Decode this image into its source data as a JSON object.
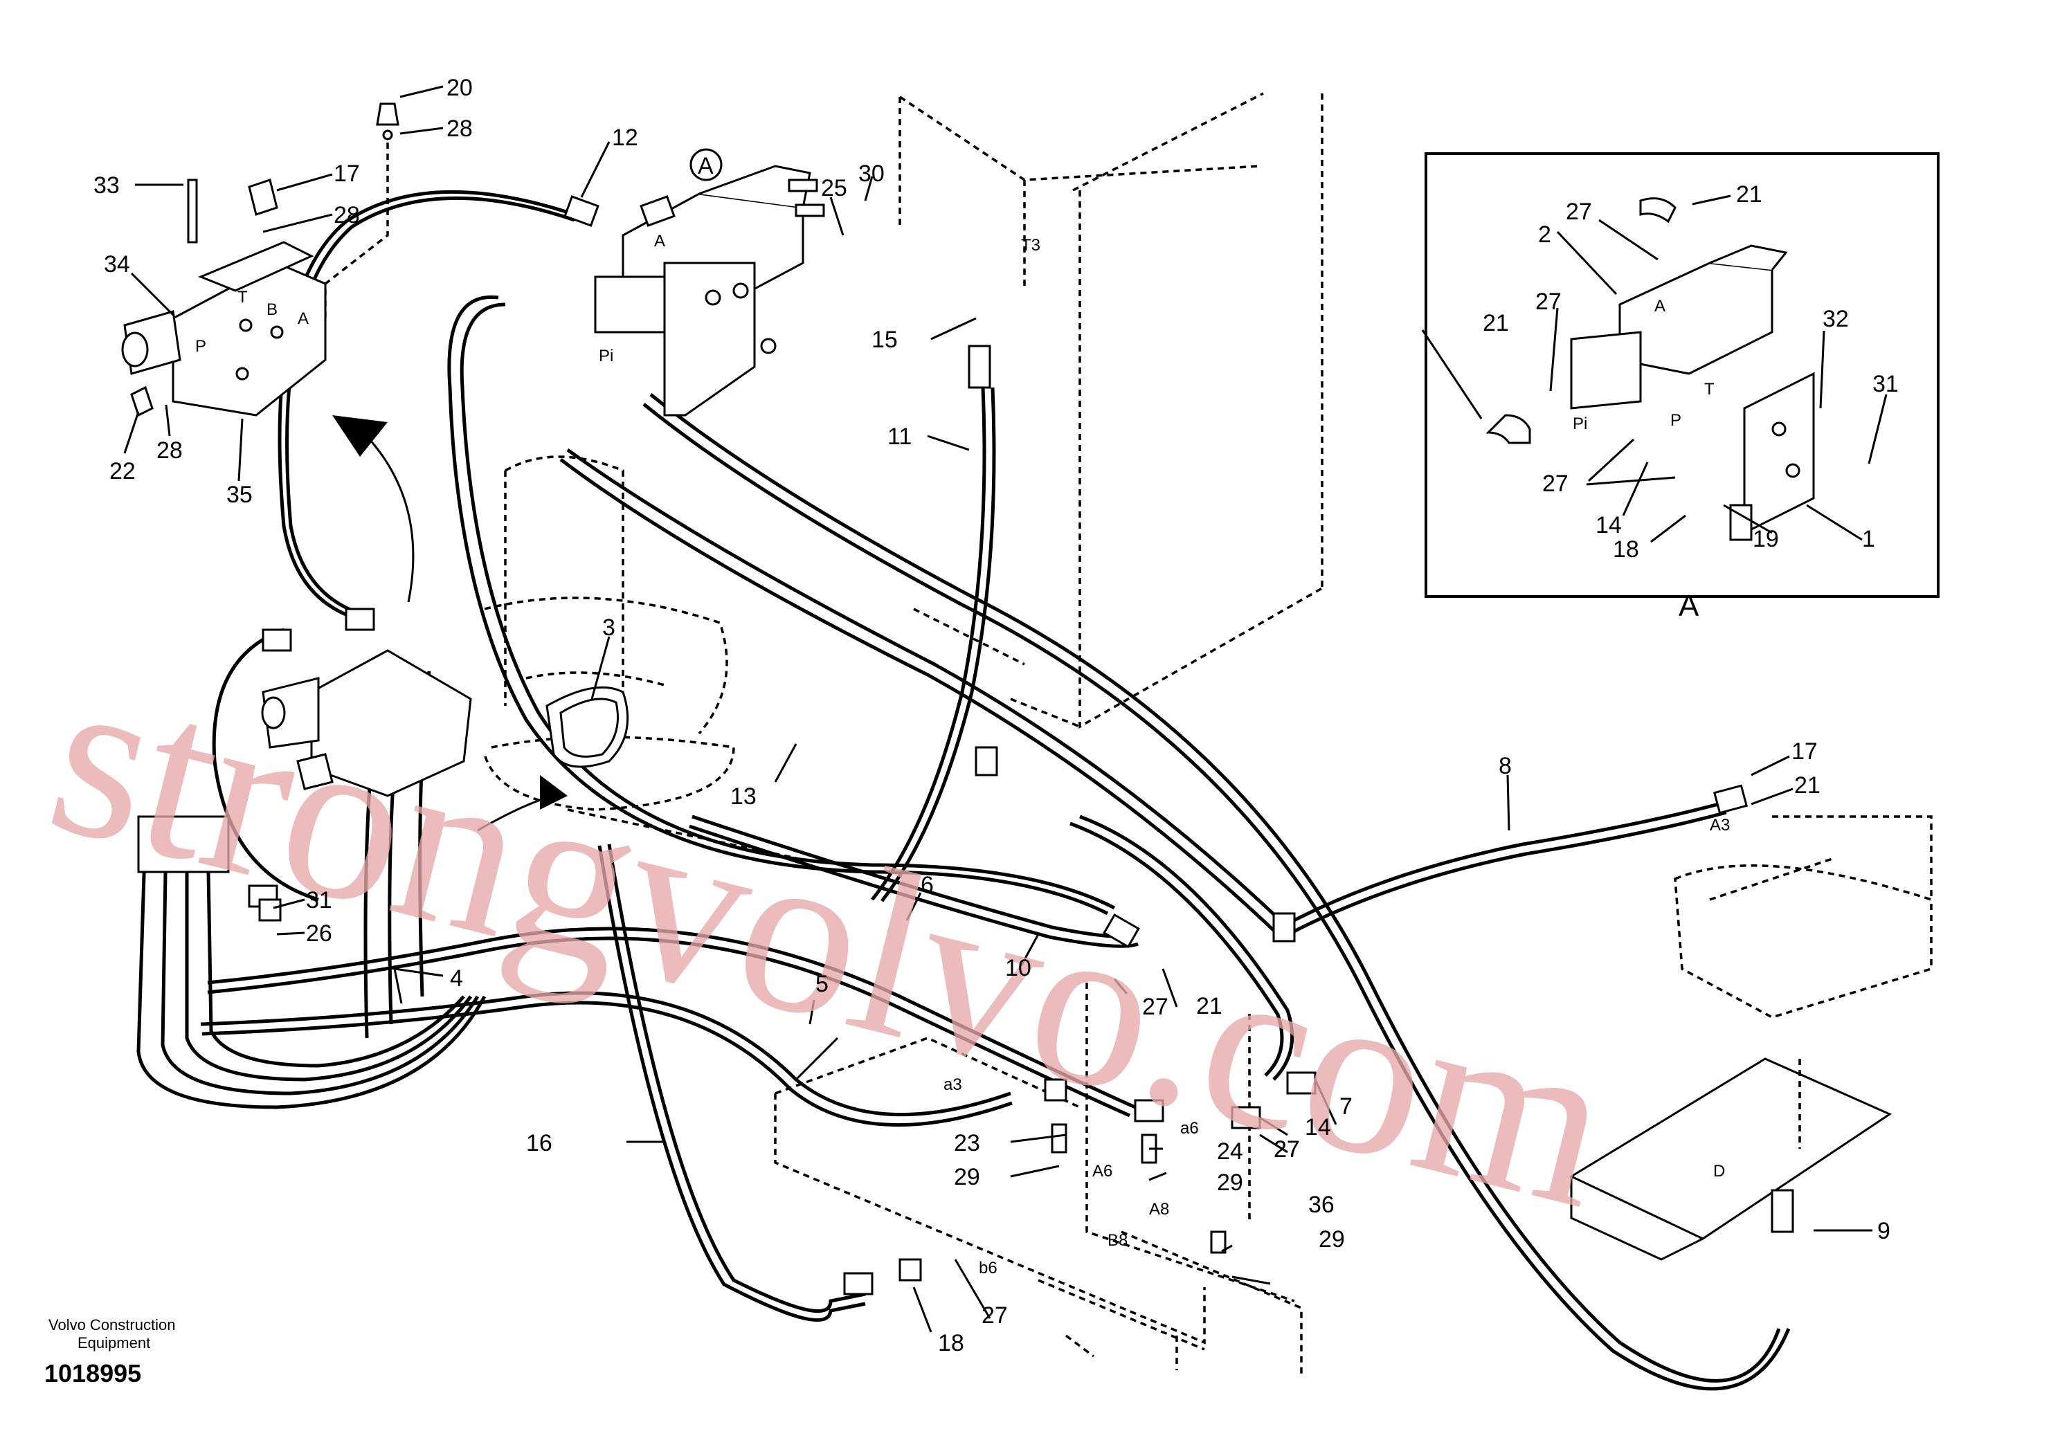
{
  "diagram": {
    "publisher_line1": "Volvo Construction",
    "publisher_line2": "Equipment",
    "figure_number": "1018995",
    "watermark": "strongvolvo.com",
    "inset": {
      "caption": "A",
      "callouts": [
        "21",
        "27",
        "2",
        "27",
        "21",
        "32",
        "31",
        "27",
        "14",
        "18",
        "19",
        "1"
      ],
      "port_labels": [
        "A",
        "P",
        "T",
        "Pi"
      ]
    },
    "main_callouts": [
      "20",
      "28",
      "12",
      "A",
      "25",
      "30",
      "33",
      "17",
      "28",
      "34",
      "15",
      "11",
      "22",
      "28",
      "35",
      "3",
      "13",
      "8",
      "17",
      "21",
      "31",
      "26",
      "4",
      "6",
      "10",
      "21",
      "27",
      "5",
      "27",
      "14",
      "7",
      "16",
      "23",
      "24",
      "29",
      "27",
      "29",
      "36",
      "29",
      "9",
      "18",
      "27"
    ],
    "port_labels": [
      "T",
      "B",
      "A",
      "P",
      "A",
      "Pi",
      "T3",
      "a3",
      "a6",
      "A6",
      "A8",
      "B8",
      "b6",
      "A3",
      "D"
    ]
  }
}
